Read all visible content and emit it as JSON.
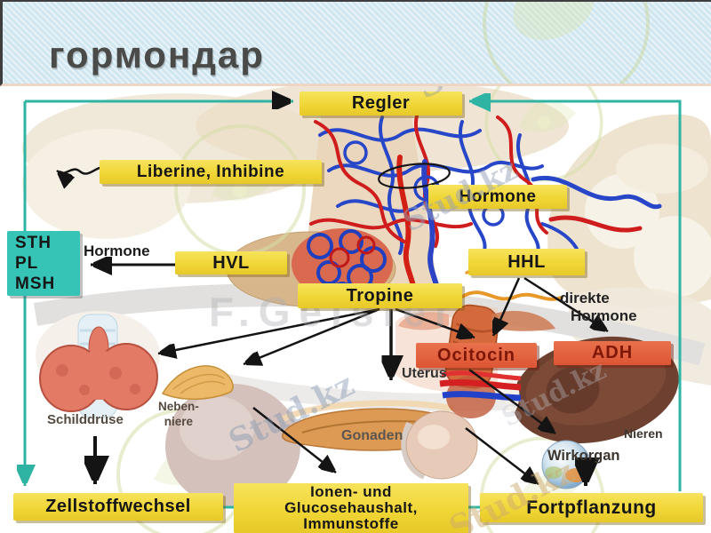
{
  "slide": {
    "title": "гормондар"
  },
  "watermarks": {
    "brand": "Stud.kz",
    "author": "F.Geisler"
  },
  "diagram": {
    "regler": "Regler",
    "liberine": "Liberine, Inhibine",
    "hormone_top": "Hormone",
    "hormone_left": "Hormone",
    "hvl": "HVL",
    "hhl": "HHL",
    "tropine": "Tropine",
    "sth_lines": [
      "STH",
      "PL",
      "MSH"
    ],
    "direkte_lines": [
      "direkte",
      "Hormone"
    ],
    "ocitocin": "Ocitocin",
    "adh": "ADH",
    "uterus": "Uterus",
    "schilddruese": "Schilddrüse",
    "nebenniere_lines": [
      "Neben-",
      "niere"
    ],
    "gonaden": "Gonaden",
    "nieren": "Nieren",
    "wirkorgan": "Wirkorgan",
    "zellstoffwechsel": "Zellstoffwechsel",
    "ionen_lines": [
      "Ionen- und",
      "Glucosehaushalt,",
      "Immunstoffe"
    ],
    "fortpflanzung": "Fortpflanzung",
    "colors": {
      "box_yellow": "#F2D73A",
      "box_teal": "#35C4B5",
      "box_red": "#DE5F3B",
      "loop_teal": "#2FB4A4",
      "red_text": "#7E1708"
    }
  }
}
